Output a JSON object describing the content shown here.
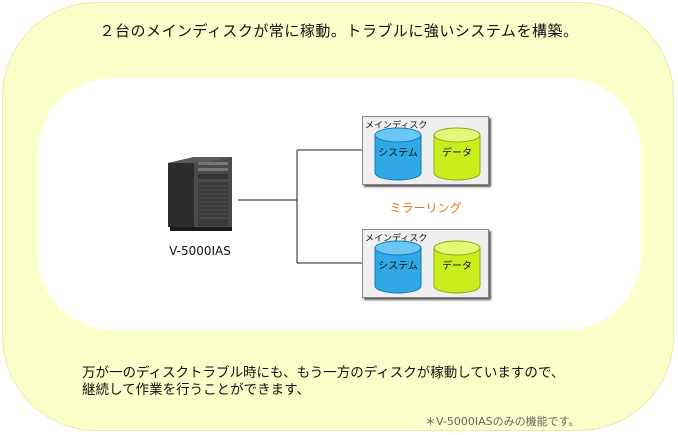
{
  "headline": "２台のメインディスクが常に稼動。トラブルに強いシステムを構築。",
  "server": {
    "label": "V-5000IAS",
    "icon": "server-tower-icon"
  },
  "disk_boxes": [
    {
      "title": "メインディスク",
      "disks": [
        "システム",
        "データ"
      ]
    },
    {
      "title": "メインディスク",
      "disks": [
        "システム",
        "データ"
      ]
    }
  ],
  "mirror_label": "ミラーリング",
  "body_lines": [
    "万が一のディスクトラブル時にも、もう一方のディスクが稼動していますので、",
    "継続して作業を行うことができます、"
  ],
  "note": "＊V-5000IASのみの機能です。",
  "colors": {
    "outer_bg": "#fbffc9",
    "disk_system": "#2fa8e6",
    "disk_data": "#c7ef1e",
    "mirror": "#e8761e"
  }
}
